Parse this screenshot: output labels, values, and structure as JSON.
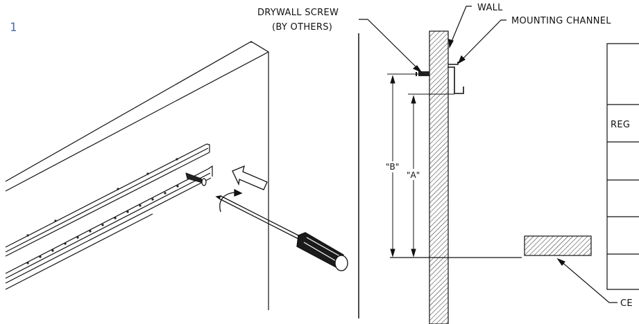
{
  "step_number": "1",
  "left_illustration": {
    "subject": "drywall screw driven through mounting channel into wall with screwdriver"
  },
  "section_view": {
    "callouts": {
      "drywall_screw": [
        "DRYWALL SCREW",
        "(BY OTHERS)"
      ],
      "wall": "WALL",
      "mounting_channel": "MOUNTING CHANNEL",
      "ceiling": "CE"
    },
    "dimensions": {
      "b": "\"B\"",
      "a": "\"A\""
    }
  },
  "table": {
    "partial_row_label": "REG"
  },
  "icons": [
    "screwdriver-icon",
    "rotation-arrow-icon",
    "push-arrow-icon",
    "screw-icon"
  ]
}
